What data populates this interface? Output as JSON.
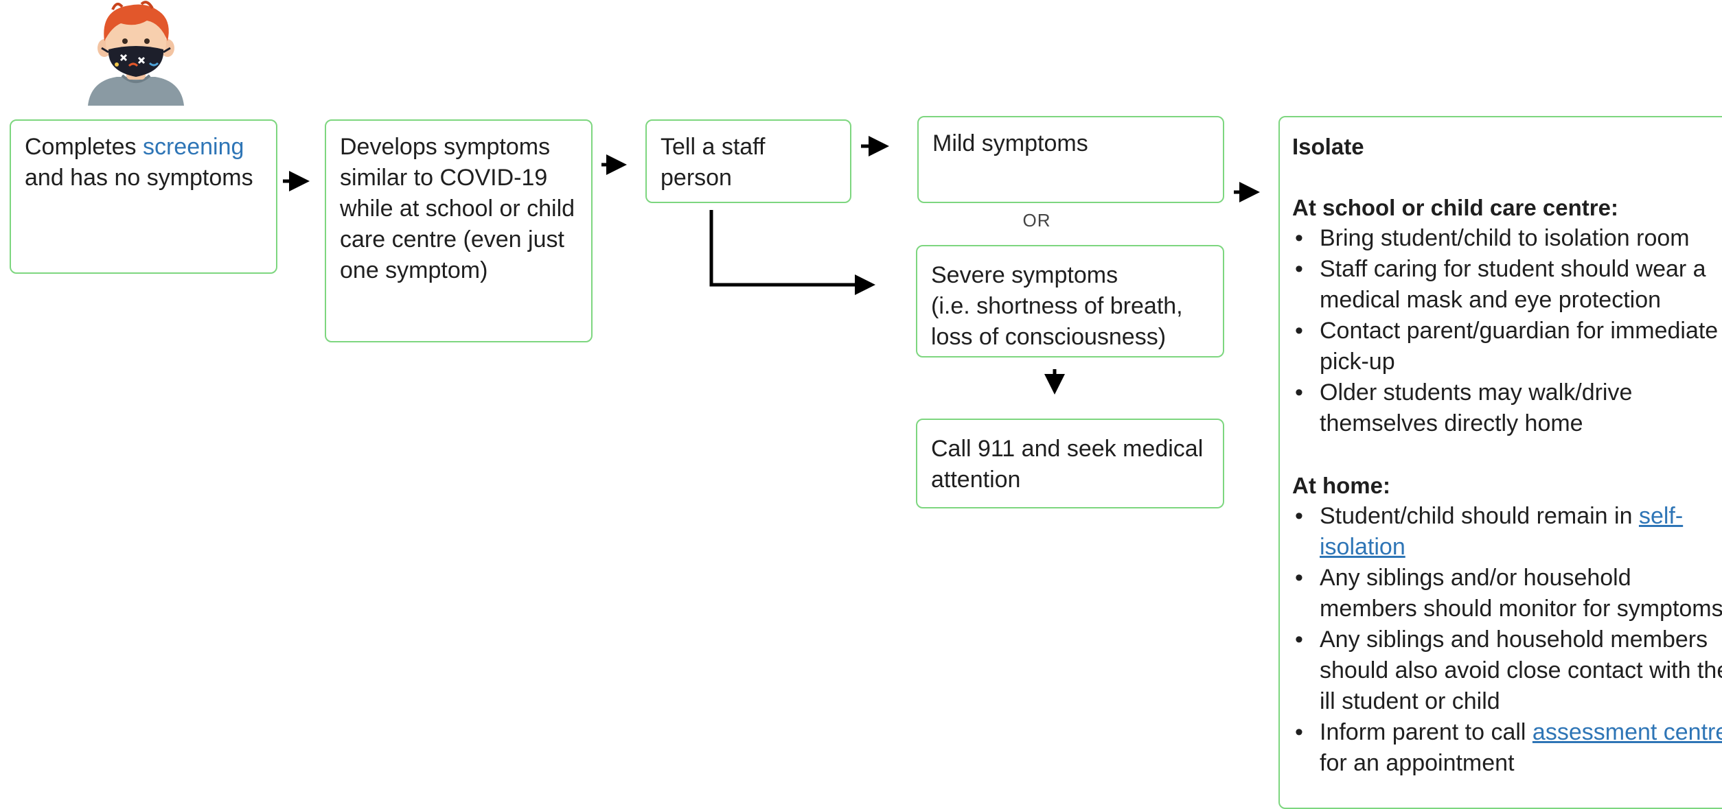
{
  "boxes": {
    "screening": {
      "pre": "Completes ",
      "link": "screening",
      "post": " and has no symptoms"
    },
    "develops": "Develops symptoms similar to COVID-19 while at school or child care centre (even just one symptom)",
    "tell": "Tell a staff person",
    "mild": "Mild symptoms",
    "or": "OR",
    "severe": {
      "line1": "Severe symptoms",
      "line2": "(i.e. shortness of breath,",
      "line3": "loss of consciousness)"
    },
    "call": "Call 911 and seek medical attention"
  },
  "isolate": {
    "title": "Isolate",
    "school_heading": "At school or child care centre:",
    "school_items": [
      {
        "l1": "Bring student/child to isolation room"
      },
      {
        "l1": "Staff caring for student should wear a",
        "l2": "medical mask and eye protection"
      },
      {
        "l1": "Contact parent/guardian for immediate",
        "l2": "pick-up"
      },
      {
        "l1": "Older students may walk/drive",
        "l2": "themselves directly home"
      }
    ],
    "home_heading": "At home:",
    "home_items": [
      {
        "pre": "Student/child should remain in ",
        "link1": "self-",
        "link2": "isolation"
      },
      {
        "l1": "Any siblings and/or household",
        "l2": "members should monitor for symptoms"
      },
      {
        "l1": "Any siblings and household members",
        "l2": "should also avoid close contact with the",
        "l3": "ill student or child"
      },
      {
        "pre": "Inform parent to call ",
        "link": "assessment centre",
        "l2": "for an appointment"
      }
    ]
  },
  "colors": {
    "box_border": "#7dd67f",
    "link": "#2e75b6",
    "arrow": "#000000"
  },
  "icons": {
    "child": "child-with-mask-icon"
  }
}
